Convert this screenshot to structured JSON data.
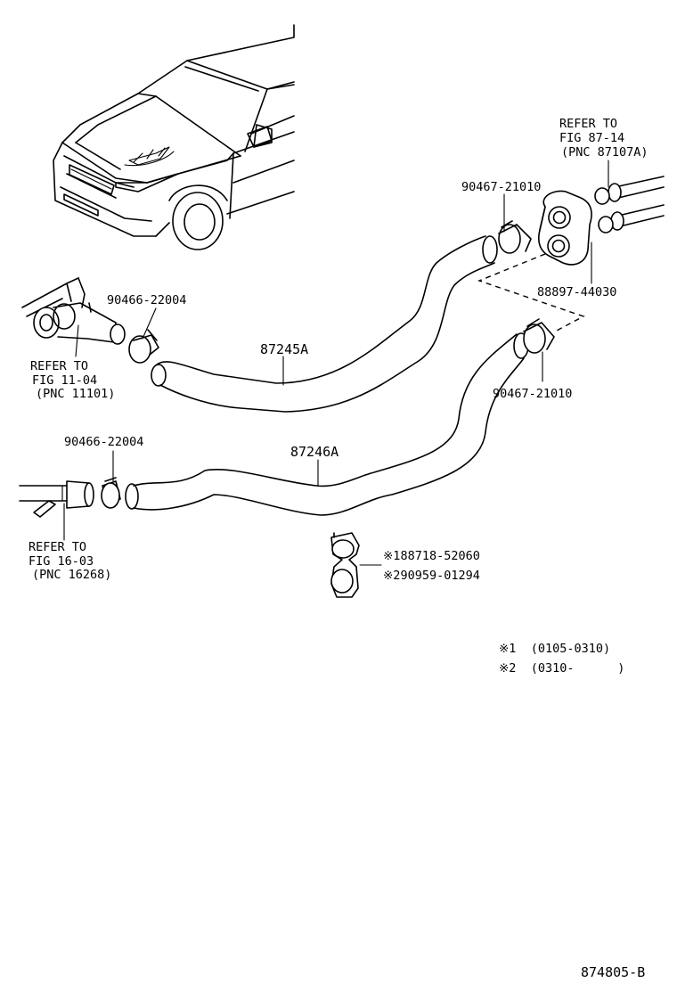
{
  "car_label": {
    "line1": "",
    "line2": ""
  },
  "parts": {
    "hose_upper": "87245A",
    "hose_lower": "87246A",
    "clamp_upper_left": "90466-22004",
    "clamp_lower_left": "90466-22004",
    "clamp_upper_right": "90467-21010",
    "clamp_lower_right": "90467-21010",
    "cooler": "88897-44030",
    "clamp_alt1": "※188718-52060",
    "clamp_alt2": "※290959-01294"
  },
  "refs": {
    "right": {
      "line1": "REFER TO",
      "line2": "FIG 87-14",
      "line3": "(PNC 87107A)"
    },
    "left_upper": {
      "line1": "REFER TO",
      "line2": "FIG 11-04",
      "line3": "(PNC 11101)"
    },
    "left_lower": {
      "line1": "REFER TO",
      "line2": "FIG 16-03",
      "line3": "(PNC 16268)"
    }
  },
  "legend": {
    "note1": "※1  (0105-0310)",
    "note2": "※2  (0310-      )"
  },
  "figure_id": "874805-B"
}
